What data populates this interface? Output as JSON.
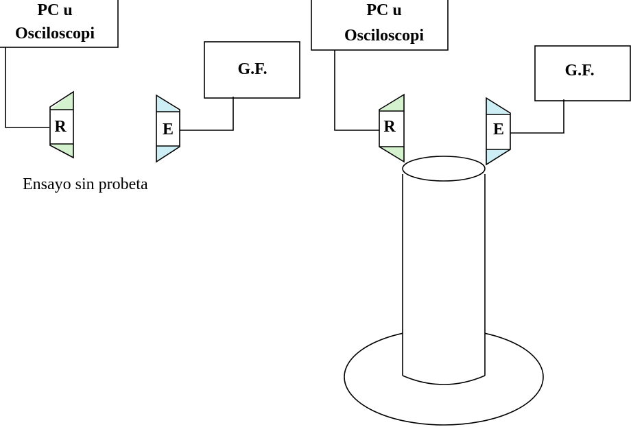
{
  "left_setup": {
    "device_box": {
      "line1": "PC u",
      "line2": "Osciloscopi"
    },
    "generator_box": {
      "label": "G.F."
    },
    "receiver": {
      "label": "R"
    },
    "emitter": {
      "label": "E"
    },
    "caption": "Ensayo sin probeta"
  },
  "right_setup": {
    "device_box": {
      "line1": "PC u",
      "line2": "Osciloscopi"
    },
    "generator_box": {
      "label": "G.F."
    },
    "receiver": {
      "label": "R"
    },
    "emitter": {
      "label": "E"
    }
  },
  "colors": {
    "receiver_fill": "#d4f2cd",
    "emitter_fill": "#cdeef4",
    "line": "#000000",
    "background": "#ffffff"
  }
}
